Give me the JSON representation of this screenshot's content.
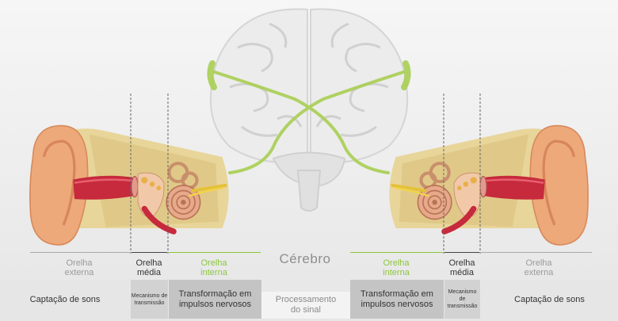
{
  "title": "Cérebro",
  "left": {
    "outer": [
      "Orelha",
      "externa"
    ],
    "middle": [
      "Orelha",
      "média"
    ],
    "inner": [
      "Orelha",
      "interna"
    ]
  },
  "right": {
    "inner": [
      "Orelha",
      "interna"
    ],
    "middle": [
      "Orelha",
      "média"
    ],
    "outer": [
      "Orelha",
      "externa"
    ]
  },
  "bands": {
    "capture_left": "Captação de sons",
    "transmission_left": [
      "Mecanismo de",
      "transmissão"
    ],
    "transform_left": [
      "Transformação em",
      "impulsos nervosos"
    ],
    "processing": [
      "Processamento",
      "do sinal"
    ],
    "transform_right": [
      "Transformação em",
      "impulsos nervosos"
    ],
    "transmission_right": [
      "Mecanismo de",
      "transmissão"
    ],
    "capture_right": "Captação de sons"
  },
  "colors": {
    "nerve_green": "#a9cf54",
    "label_green": "#8dc63f",
    "brain": "#ececec"
  }
}
